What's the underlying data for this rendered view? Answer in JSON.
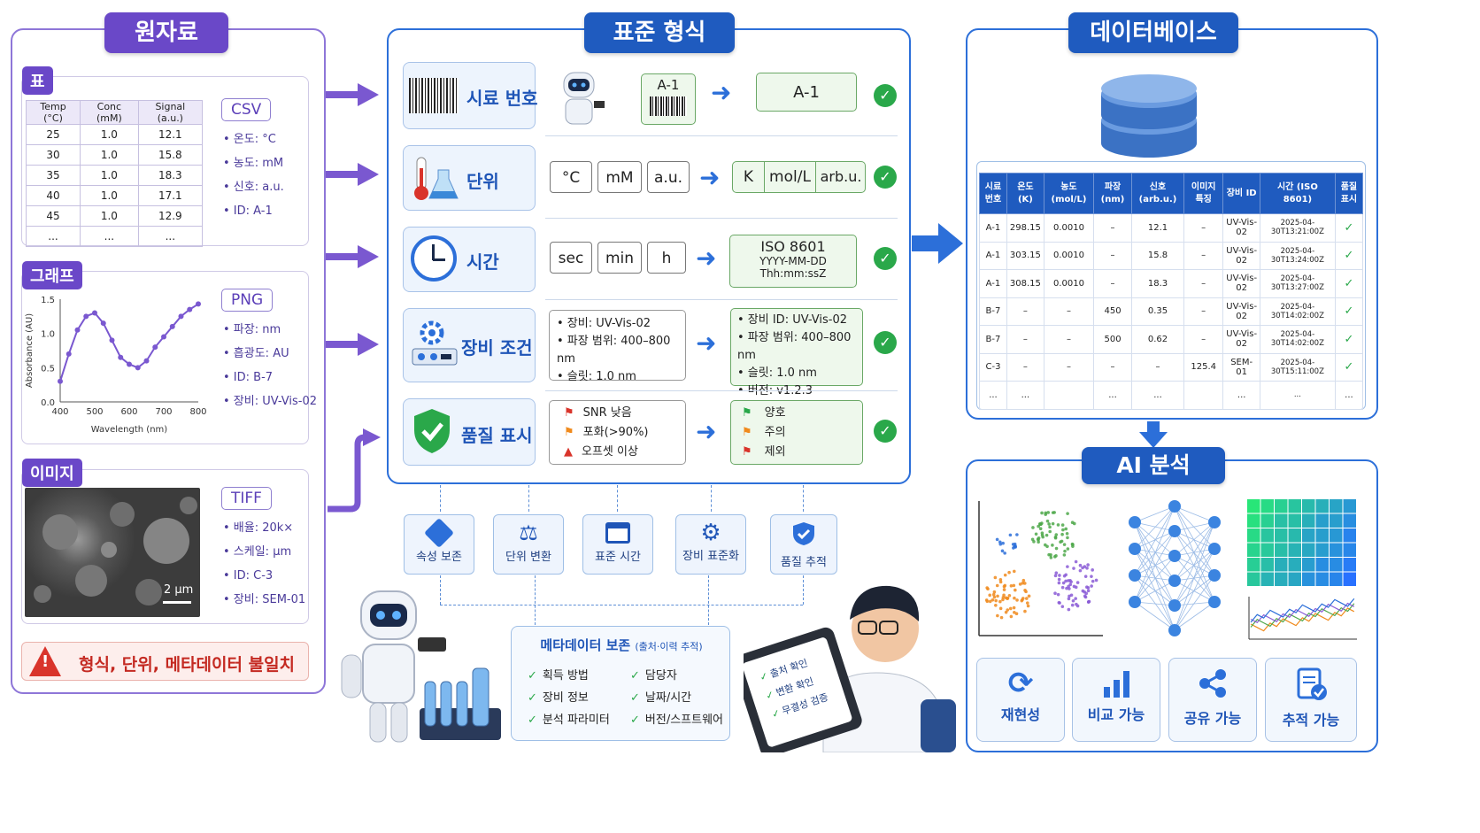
{
  "sections": {
    "raw_title": "원자료",
    "std_title": "표준 형식",
    "db_title": "데이터베이스",
    "ai_title": "AI 분석"
  },
  "raw": {
    "table": {
      "tag": "표",
      "format": "CSV",
      "headers": [
        "Temp (°C)",
        "Conc (mM)",
        "Signal (a.u.)"
      ],
      "rows": [
        [
          "25",
          "1.0",
          "12.1"
        ],
        [
          "30",
          "1.0",
          "15.8"
        ],
        [
          "35",
          "1.0",
          "18.3"
        ],
        [
          "40",
          "1.0",
          "17.1"
        ],
        [
          "45",
          "1.0",
          "12.9"
        ],
        [
          "...",
          "...",
          "..."
        ]
      ],
      "bullets": [
        "온도: °C",
        "농도: mM",
        "신호: a.u.",
        "ID: A-1"
      ]
    },
    "graph": {
      "tag": "그래프",
      "format": "PNG",
      "bullets": [
        "파장: nm",
        "흡광도: AU",
        "ID: B-7",
        "장비: UV-Vis-02"
      ]
    },
    "image": {
      "tag": "이미지",
      "format": "TIFF",
      "scale_label": "2 µm",
      "bullets": [
        "배율: 20k×",
        "스케일: µm",
        "ID: C-3",
        "장비: SEM-01"
      ]
    },
    "warning": "형식, 단위, 메타데이터 불일치"
  },
  "chart_data": {
    "type": "line",
    "x": [
      400,
      425,
      450,
      475,
      500,
      525,
      550,
      575,
      600,
      625,
      650,
      675,
      700,
      725,
      750,
      775,
      800
    ],
    "values": [
      0.3,
      0.7,
      1.05,
      1.25,
      1.3,
      1.15,
      0.9,
      0.65,
      0.55,
      0.5,
      0.6,
      0.8,
      0.95,
      1.1,
      1.25,
      1.35,
      1.43
    ],
    "xlabel": "Wavelength (nm)",
    "ylabel": "Absorbance (AU)",
    "xlim": [
      400,
      800
    ],
    "ylim": [
      0,
      1.5
    ],
    "xticks": [
      "400",
      "500",
      "600",
      "700",
      "800"
    ],
    "yticks": [
      "0.0",
      "0.5",
      "1.0",
      "1.5"
    ]
  },
  "std": {
    "sample": {
      "label": "시료 번호",
      "input": "A-1",
      "output": "A-1"
    },
    "unit": {
      "label": "단위",
      "inputs": [
        "°C",
        "mM",
        "a.u."
      ],
      "outputs": [
        "K",
        "mol/L",
        "arb.u."
      ]
    },
    "time": {
      "label": "시간",
      "inputs": [
        "sec",
        "min",
        "h"
      ],
      "output_title": "ISO 8601",
      "output_lines": [
        "YYYY-MM-DD",
        "Thh:mm:ssZ"
      ]
    },
    "equip": {
      "label": "장비 조건",
      "inputs": [
        "장비: UV-Vis-02",
        "파장 범위: 400–800 nm",
        "슬릿: 1.0 nm"
      ],
      "outputs": [
        "장비 ID: UV-Vis-02",
        "파장 범위: 400–800 nm",
        "슬릿: 1.0 nm",
        "버전: v1.2.3"
      ]
    },
    "quality": {
      "label": "품질 표시",
      "inputs": [
        "SNR 낮음",
        "포화(>90%)",
        "오프셋 이상"
      ],
      "outputs": [
        "양호",
        "주의",
        "제외"
      ]
    }
  },
  "features": [
    "속성 보존",
    "단위 변환",
    "표준 시간",
    "장비 표준화",
    "품질 추적"
  ],
  "metadata": {
    "title": "메타데이터 보존",
    "subtitle": "(출처·이력 추적)",
    "items": [
      "획득 방법",
      "담당자",
      "장비 정보",
      "날짜/시간",
      "분석 파라미터",
      "버전/스프트웨어"
    ]
  },
  "tablet": [
    "출처 확인",
    "변환 확인",
    "무결성 검증"
  ],
  "db": {
    "headers": [
      "시료 번호",
      "온도 (K)",
      "농도 (mol/L)",
      "파장 (nm)",
      "신호 (arb.u.)",
      "이미지 특징",
      "장비 ID",
      "시간 (ISO 8601)",
      "품질 표시"
    ],
    "rows": [
      [
        "A-1",
        "298.15",
        "0.0010",
        "–",
        "12.1",
        "–",
        "UV-Vis-02",
        "2025-04-30T13:21:00Z",
        "✓"
      ],
      [
        "A-1",
        "303.15",
        "0.0010",
        "–",
        "15.8",
        "–",
        "UV-Vis-02",
        "2025-04-30T13:24:00Z",
        "✓"
      ],
      [
        "A-1",
        "308.15",
        "0.0010",
        "–",
        "18.3",
        "–",
        "UV-Vis-02",
        "2025-04-30T13:27:00Z",
        "✓"
      ],
      [
        "B-7",
        "–",
        "–",
        "450",
        "0.35",
        "–",
        "UV-Vis-02",
        "2025-04-30T14:02:00Z",
        "✓"
      ],
      [
        "B-7",
        "–",
        "–",
        "500",
        "0.62",
        "–",
        "UV-Vis-02",
        "2025-04-30T14:02:00Z",
        "✓"
      ],
      [
        "C-3",
        "–",
        "–",
        "–",
        "–",
        "125.4",
        "SEM-01",
        "2025-04-30T15:11:00Z",
        "✓"
      ],
      [
        "...",
        "...",
        "",
        "...",
        "...",
        "",
        "...",
        "...",
        "..."
      ]
    ]
  },
  "ai": {
    "cards": [
      "재현성",
      "비교 가능",
      "공유 가능",
      "추적 가능"
    ]
  },
  "colors": {
    "purple": "#6a48c8",
    "blue": "#1f5bbf",
    "green": "#2aa84a",
    "red": "#d9342b"
  }
}
